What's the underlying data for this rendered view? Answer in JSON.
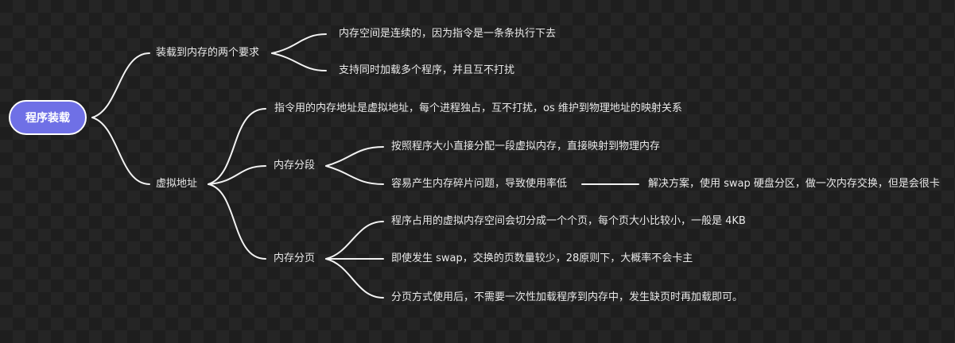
{
  "mindmap": {
    "root": {
      "label": "程序装载"
    },
    "branches": [
      {
        "label": "装载到内存的两个要求",
        "children": [
          {
            "label": "内存空间是连续的，因为指令是一条条执行下去"
          },
          {
            "label": "支持同时加载多个程序，并且互不打扰"
          }
        ]
      },
      {
        "label": "虚拟地址",
        "children": [
          {
            "label": "指令用的内存地址是虚拟地址，每个进程独占，互不打扰，os 维护到物理地址的映射关系"
          },
          {
            "label": "内存分段",
            "children": [
              {
                "label": "按照程序大小直接分配一段虚拟内存，直接映射到物理内存"
              },
              {
                "label": "容易产生内存碎片问题，导致使用率低",
                "children": [
                  {
                    "label": "解决方案，使用 swap 硬盘分区，做一次内存交换，但是会很卡"
                  }
                ]
              }
            ]
          },
          {
            "label": "内存分页",
            "children": [
              {
                "label": "程序占用的虚拟内存空间会切分成一个个页，每个页大小比较小，一般是 4KB"
              },
              {
                "label": "即使发生 swap，交换的页数量较少，28原则下，大概率不会卡主"
              },
              {
                "label": "分页方式使用后，不需要一次性加载程序到内存中，发生缺页时再加载即可。"
              }
            ]
          }
        ]
      }
    ]
  },
  "colors": {
    "root_fill": "#6f70e6",
    "line": "#f2f2f2",
    "text": "#e9e9e9"
  }
}
